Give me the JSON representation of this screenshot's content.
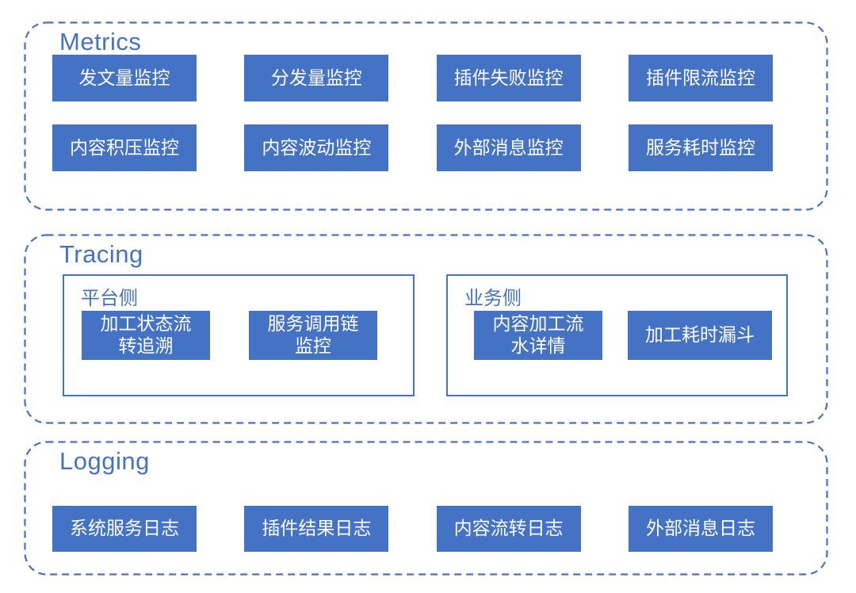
{
  "colors": {
    "accent_blue": "#4472C4",
    "chip_fill": "#4472C4",
    "chip_text": "#FFFFFF",
    "dashed_border": "#4472C4",
    "background": "#FFFFFF"
  },
  "sections": [
    {
      "title": "Metrics",
      "rows": [
        [
          "发文量监控",
          "分发量监控",
          "插件失败监控",
          "插件限流监控"
        ],
        [
          "内容积压监控",
          "内容波动监控",
          "外部消息监控",
          "服务耗时监控"
        ]
      ]
    },
    {
      "title": "Tracing",
      "groups": [
        {
          "label": "平台侧",
          "items": [
            "加工状态流\n转追溯",
            "服务调用链\n监控"
          ]
        },
        {
          "label": "业务侧",
          "items": [
            "内容加工流\n水详情",
            "加工耗时漏斗"
          ]
        }
      ]
    },
    {
      "title": "Logging",
      "rows": [
        [
          "系统服务日志",
          "插件结果日志",
          "内容流转日志",
          "外部消息日志"
        ]
      ]
    }
  ]
}
